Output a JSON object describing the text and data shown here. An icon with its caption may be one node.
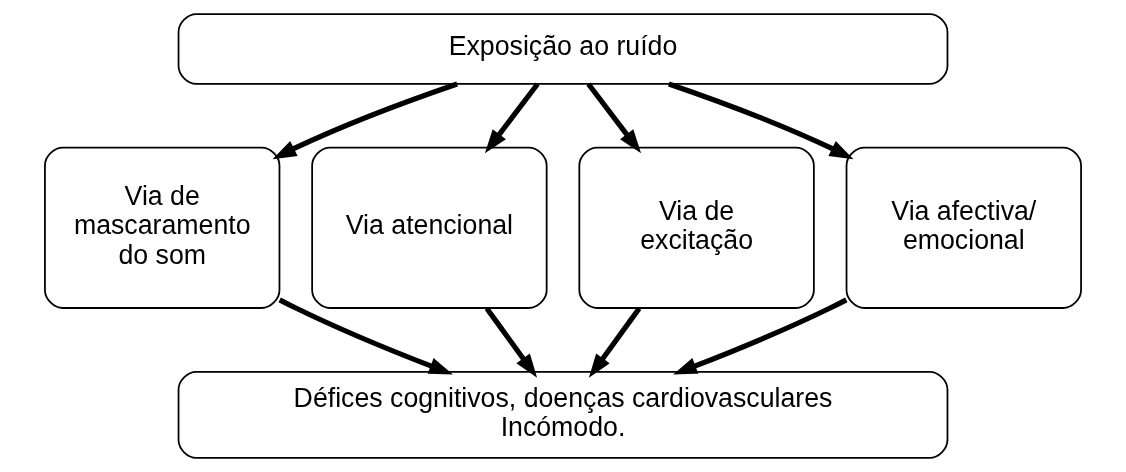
{
  "diagram": {
    "nodes": [
      {
        "text": [
          "Exposição ao ruído"
        ]
      },
      {
        "text": [
          "Via de mascaramento do som"
        ]
      },
      {
        "text": [
          "Via atencional"
        ]
      },
      {
        "text": [
          "Via de excitação"
        ]
      },
      {
        "text": [
          "Via afectiva/ emocional"
        ]
      },
      {
        "text": [
          "Défices cognitivos, doenças cardiovasculares Incómodo."
        ]
      }
    ],
    "edges": [
      {
        "from": 0,
        "to": 1,
        "arrow": "to"
      },
      {
        "from": 0,
        "to": 2,
        "arrow": "to"
      },
      {
        "from": 0,
        "to": 3,
        "arrow": "to"
      },
      {
        "from": 0,
        "to": 4,
        "arrow": "to"
      },
      {
        "from": 1,
        "to": 5,
        "arrow": "to"
      },
      {
        "from": 2,
        "to": 5,
        "arrow": "to"
      },
      {
        "from": 3,
        "to": 5,
        "arrow": "to"
      },
      {
        "from": 4,
        "to": 5,
        "arrow": "to"
      }
    ]
  }
}
